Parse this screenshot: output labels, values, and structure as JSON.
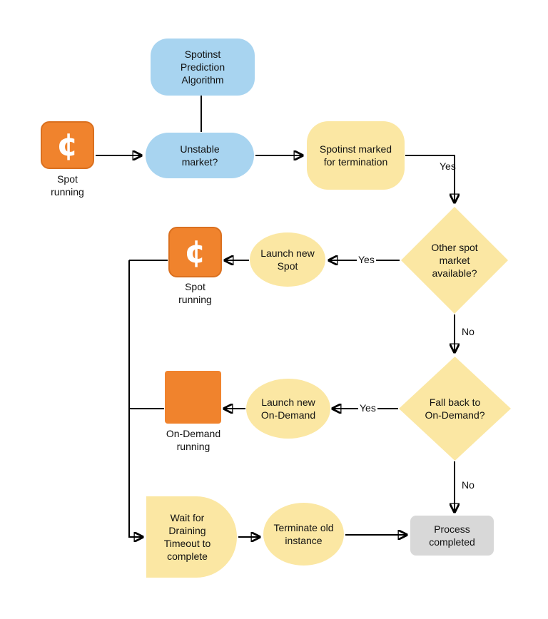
{
  "colors": {
    "blue": "#A8D4F0",
    "yellow": "#FBE7A3",
    "orange": "#F0832D",
    "orangeborder": "#DA701F",
    "gray": "#D8D8D8",
    "line": "#000000"
  },
  "nodes": {
    "prediction_algorithm": {
      "label": "Spotinst Prediction Algorithm"
    },
    "spot_running_top": {
      "label": "Spot running",
      "icon_glyph": "¢"
    },
    "unstable_market": {
      "label": "Unstable market?"
    },
    "marked_for_termination": {
      "label": "Spotinst marked for termination"
    },
    "other_spot_market": {
      "label": "Other spot market available?"
    },
    "launch_new_spot": {
      "label": "Launch new Spot"
    },
    "spot_running_mid": {
      "label": "Spot running",
      "icon_glyph": "¢"
    },
    "fall_back_on_demand": {
      "label": "Fall back to On-Demand?"
    },
    "launch_new_on_demand": {
      "label": "Launch new On-Demand"
    },
    "on_demand_running": {
      "label": "On-Demand running"
    },
    "wait_draining_timeout": {
      "label": "Wait for Draining Timeout to complete"
    },
    "terminate_old_instance": {
      "label": "Terminate old instance"
    },
    "process_completed": {
      "label": "Process completed"
    }
  },
  "edge_labels": {
    "termination_yes": "Yes",
    "other_spot_yes": "Yes",
    "other_spot_no": "No",
    "fall_back_yes": "Yes",
    "fall_back_no": "No"
  }
}
